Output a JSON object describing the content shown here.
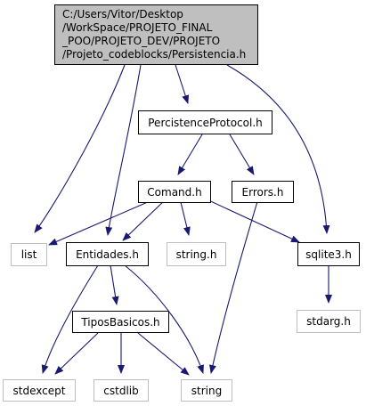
{
  "root": {
    "lines": [
      "C:/Users/Vitor/Desktop",
      "/WorkSpace/PROJETO_FINAL",
      "_POO/PROJETO_DEV/PROJETO",
      "/Projeto_codeblocks/Persistencia.h"
    ]
  },
  "nodes": {
    "persistence_protocol": "PercistenceProtocol.h",
    "comand": "Comand.h",
    "errors": "Errors.h",
    "list": "list",
    "entidades": "Entidades.h",
    "string_h": "string.h",
    "sqlite3": "sqlite3.h",
    "tipos_basicos": "TiposBasicos.h",
    "stdarg": "stdarg.h",
    "stdexcept": "stdexcept",
    "cstdlib": "cstdlib",
    "string": "string"
  },
  "colors": {
    "edge": "#191970",
    "external_border": "#bfbfbf",
    "root_fill": "#bfbfbf"
  }
}
